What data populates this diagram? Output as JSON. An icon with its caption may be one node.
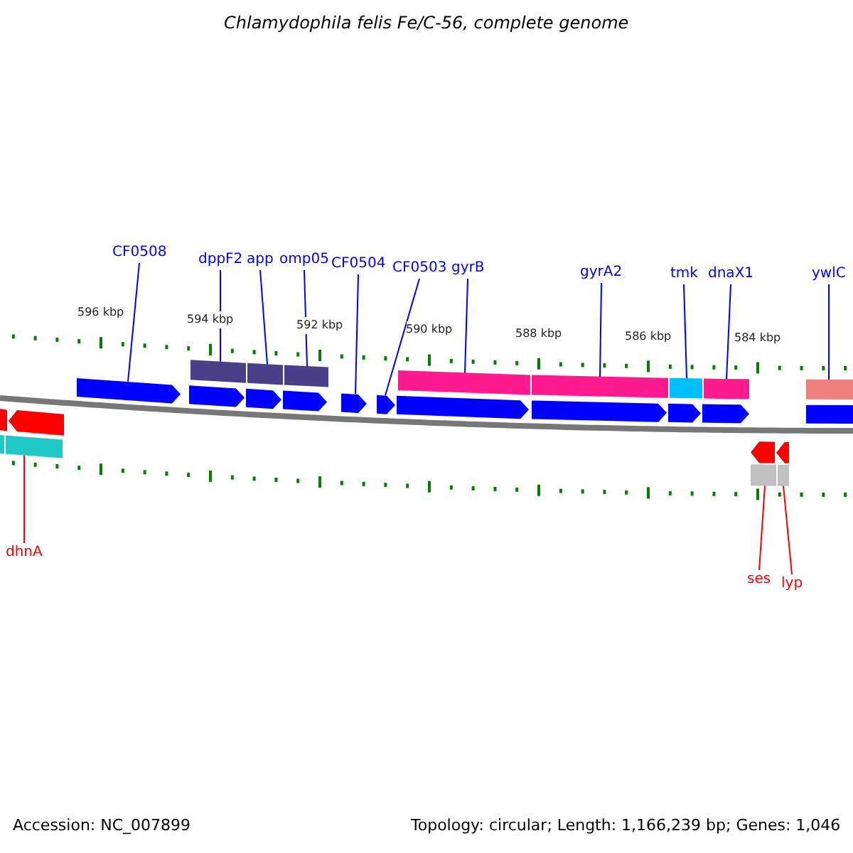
{
  "diagram": {
    "title": "Chlamydophila felis Fe/C-56, complete genome",
    "nodes": [
      {
        "text": [
          "CF0508"
        ]
      },
      {
        "text": [
          "dppF2"
        ]
      },
      {
        "text": [
          "app"
        ]
      },
      {
        "text": [
          "omp05"
        ]
      },
      {
        "text": [
          "CF0504"
        ]
      },
      {
        "text": [
          "CF0503"
        ]
      },
      {
        "text": [
          "gyrB"
        ]
      },
      {
        "text": [
          "gyrA2"
        ]
      },
      {
        "text": [
          "tmk"
        ]
      },
      {
        "text": [
          "dnaX1"
        ]
      },
      {
        "text": [
          "ywlC"
        ]
      },
      {
        "text": [
          "dhnA"
        ]
      },
      {
        "text": [
          "ses"
        ]
      },
      {
        "text": [
          "lyp"
        ]
      },
      {
        "text": [],
        "shape": "bar"
      },
      {
        "text": [],
        "shape": "bar"
      },
      {
        "text": [],
        "shape": "bar"
      },
      {
        "text": [],
        "shape": "bar"
      },
      {
        "text": [],
        "shape": "bar"
      },
      {
        "text": [],
        "shape": "bar"
      },
      {
        "text": [],
        "shape": "bar"
      },
      {
        "text": [],
        "shape": "bar"
      },
      {
        "text": [],
        "shape": "bar"
      },
      {
        "text": [],
        "shape": "bar"
      },
      {
        "text": [],
        "shape": "bar"
      },
      {
        "text": [],
        "shape": "bar"
      },
      {
        "text": [],
        "shape": "bar"
      },
      {
        "text": [],
        "shape": "bar"
      }
    ],
    "edges": [
      {
        "from": 0,
        "to": 14,
        "arrow": "none"
      },
      {
        "from": 1,
        "to": 15,
        "arrow": "none"
      },
      {
        "from": 2,
        "to": 16,
        "arrow": "none"
      },
      {
        "from": 3,
        "to": 17,
        "arrow": "none"
      },
      {
        "from": 4,
        "to": 18,
        "arrow": "none"
      },
      {
        "from": 5,
        "to": 19,
        "arrow": "none"
      },
      {
        "from": 6,
        "to": 20,
        "arrow": "none"
      },
      {
        "from": 7,
        "to": 21,
        "arrow": "none"
      },
      {
        "from": 8,
        "to": 22,
        "arrow": "none"
      },
      {
        "from": 9,
        "to": 23,
        "arrow": "none"
      },
      {
        "from": 10,
        "to": 24,
        "arrow": "none"
      },
      {
        "from": 11,
        "to": 25,
        "arrow": "none",
        "color": "#ff0000"
      },
      {
        "from": 12,
        "to": 26,
        "arrow": "none",
        "color": "#ff0000"
      },
      {
        "from": 13,
        "to": 27,
        "arrow": "none",
        "color": "#ff0000"
      }
    ],
    "labels": [
      "596 kbp",
      "594 kbp",
      "592 kbp",
      "590 kbp",
      "588 kbp",
      "586 kbp",
      "584 kbp",
      "Accession: NC_007899",
      "Topology: circular; Length: 1,166,239 bp; Genes: 1,046"
    ]
  }
}
